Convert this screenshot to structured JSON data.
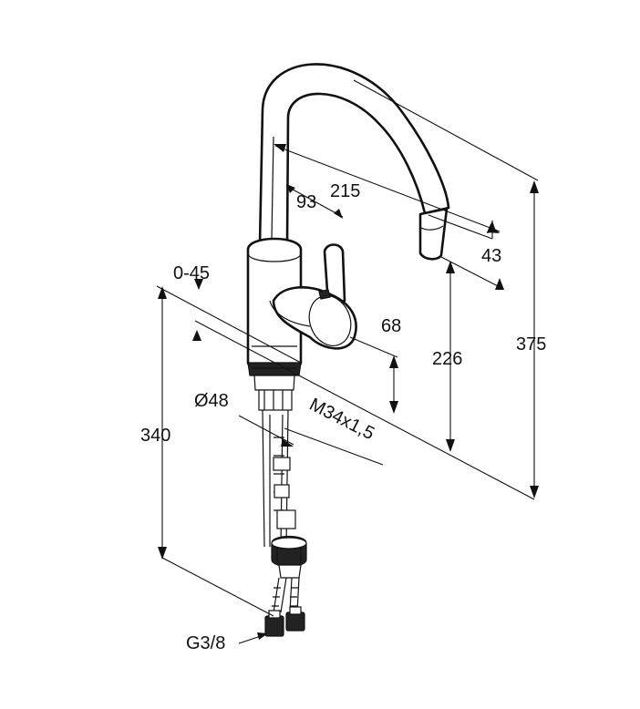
{
  "dimensions": {
    "d375": "375",
    "d226": "226",
    "d215": "215",
    "d93": "93",
    "d43": "43",
    "d68": "68",
    "d045": "0-45",
    "d48": "Ø48",
    "m34": "M34x1,5",
    "d340": "340",
    "g38": "G3/8"
  }
}
